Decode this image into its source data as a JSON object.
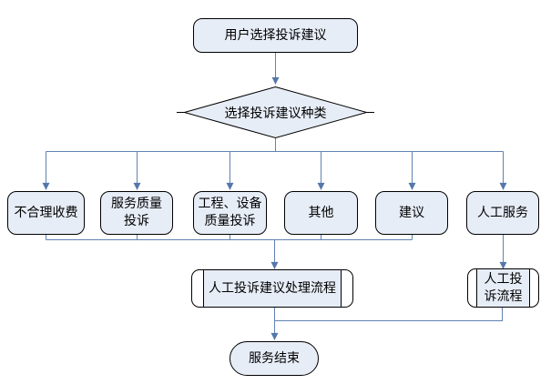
{
  "diagram": {
    "type": "flowchart",
    "nodes": {
      "start": {
        "label": "用户选择投诉建议",
        "shape": "rounded-rect"
      },
      "decision": {
        "label": "选择投诉建议种类",
        "shape": "diamond"
      },
      "branches": [
        {
          "label": "不合理收费"
        },
        {
          "label": "服务质量\n投诉"
        },
        {
          "label": "工程、设备\n质量投诉"
        },
        {
          "label": "其他"
        },
        {
          "label": "建议"
        },
        {
          "label": "人工服务"
        }
      ],
      "manual_process": {
        "label": "人工投诉建议处理流程",
        "shape": "predefined-process"
      },
      "manual_complaint": {
        "label": "人工投\n诉流程",
        "shape": "predefined-process"
      },
      "end": {
        "label": "服务结束",
        "shape": "terminator"
      }
    },
    "edges": [
      "start -> decision",
      "decision -> 不合理收费",
      "decision -> 服务质量投诉",
      "decision -> 工程、设备质量投诉",
      "decision -> 其他",
      "decision -> 建议",
      "decision -> 人工服务",
      "不合理收费/服务质量投诉/工程、设备质量投诉/其他/建议 -> 人工投诉建议处理流程",
      "人工服务 -> 人工投诉流程",
      "人工投诉建议处理流程 -> 服务结束",
      "人工投诉流程 -> 服务结束"
    ],
    "colors": {
      "node_fill": "#e7edf7",
      "node_border": "#000000",
      "connector": "#6082b2",
      "background": "#ffffff",
      "text": "#000000"
    }
  }
}
